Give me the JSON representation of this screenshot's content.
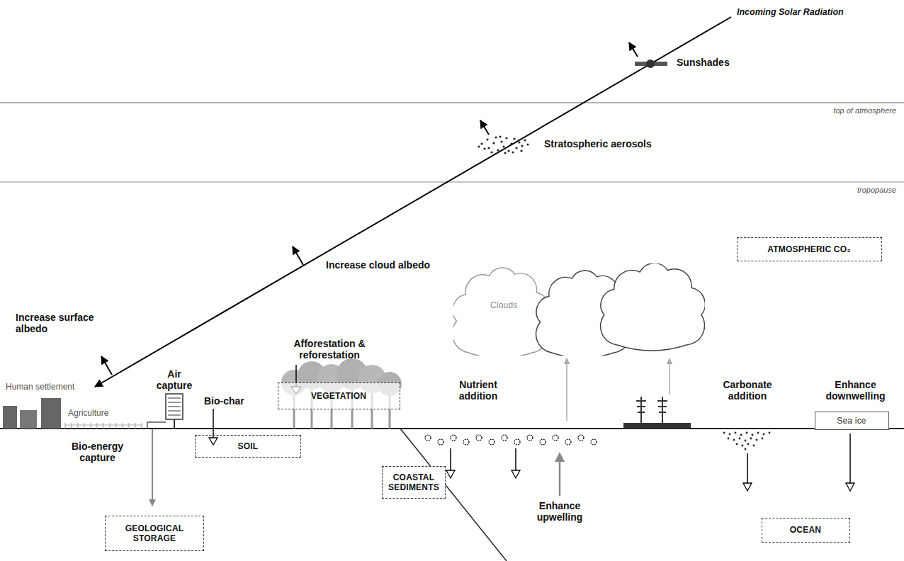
{
  "diagram": {
    "nodes": [
      {
        "text": [
          "ATMOSPHERIC CO₂"
        ]
      },
      {
        "text": [
          "Clouds"
        ]
      },
      {
        "text": [
          "VEGETATION"
        ]
      },
      {
        "text": [
          "Sea ice"
        ]
      },
      {
        "text": [
          "SOIL"
        ]
      },
      {
        "text": [
          "COASTAL SEDIMENTS"
        ]
      },
      {
        "text": [
          "GEOLOGICAL STORAGE"
        ]
      },
      {
        "text": [
          "OCEAN"
        ]
      }
    ],
    "labels": [
      "Incoming Solar Radiation",
      "Sunshades",
      "top of atmosphere",
      "Stratospheric aerosols",
      "tropopause",
      "Increase cloud albedo",
      "Increase surface albedo",
      "Air capture",
      "Afforestation & reforestation",
      "Nutrient addition",
      "Carbonate addition",
      "Enhance downwelling",
      "Human settlement",
      "Agriculture",
      "Bio-char",
      "Bio-energy capture",
      "Enhance upwelling"
    ]
  }
}
